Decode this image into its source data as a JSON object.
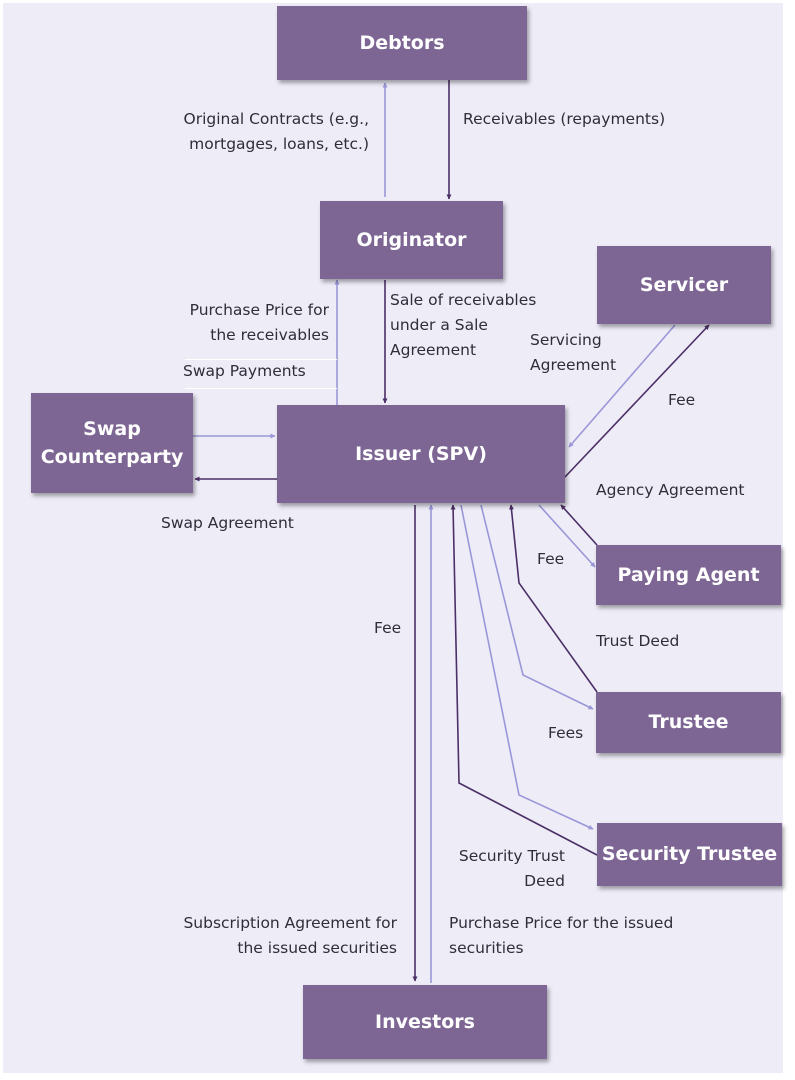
{
  "colors": {
    "node_fill": "#7d6694",
    "arrow_dark": "#4b2f66",
    "arrow_light": "#9a97d8",
    "background": "#eeecf7"
  },
  "nodes": {
    "debtors": "Debtors",
    "originator": "Originator",
    "servicer": "Servicer",
    "swap_counterparty": "Swap Counterparty",
    "issuer": "Issuer (SPV)",
    "paying_agent": "Paying Agent",
    "trustee": "Trustee",
    "security_trustee": "Security Trustee",
    "investors": "Investors"
  },
  "labels": {
    "original_contracts_1": "Original Contracts (e.g.,",
    "original_contracts_2": "mortgages, loans, etc.)",
    "receivables": "Receivables (repayments)",
    "purchase_price_receivables_1": "Purchase Price for",
    "purchase_price_receivables_2": "the receivables",
    "swap_payments": "Swap Payments",
    "sale_of_receivables_1": "Sale of receivables",
    "sale_of_receivables_2": "under a Sale",
    "sale_of_receivables_3": "Agreement",
    "servicing_agreement_1": "Servicing",
    "servicing_agreement_2": "Agreement",
    "servicer_fee": "Fee",
    "swap_agreement": "Swap Agreement",
    "agency_agreement": "Agency Agreement",
    "paying_agent_fee": "Fee",
    "investor_fee": "Fee",
    "trust_deed": "Trust Deed",
    "trustee_fees": "Fees",
    "security_trust_deed_1": "Security Trust",
    "security_trust_deed_2": "Deed",
    "subscription_agreement_1": "Subscription Agreement for",
    "subscription_agreement_2": "the issued securities",
    "purchase_price_securities_1": "Purchase Price for the issued",
    "purchase_price_securities_2": "securities"
  }
}
